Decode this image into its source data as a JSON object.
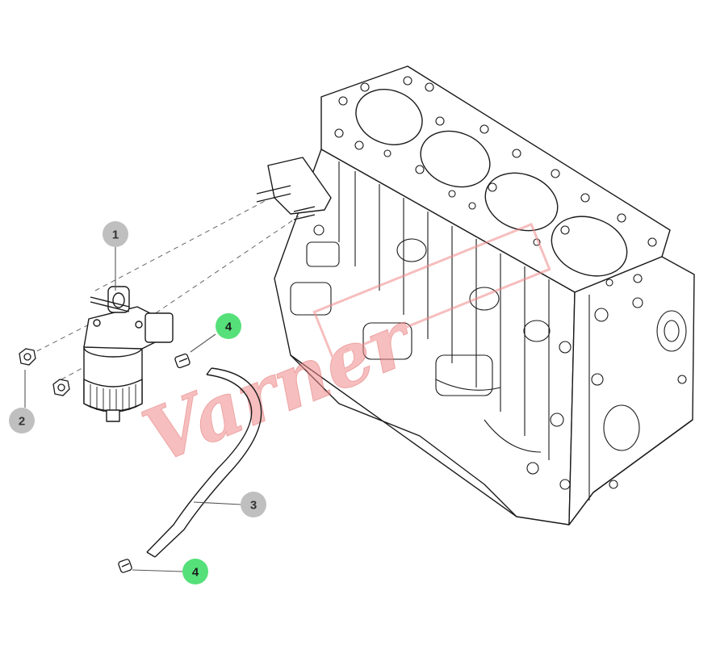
{
  "callouts": [
    {
      "id": "1",
      "label": "1",
      "color": "#bfbfbf",
      "text_color": "#333333"
    },
    {
      "id": "2",
      "label": "2",
      "color": "#bfbfbf",
      "text_color": "#333333"
    },
    {
      "id": "3",
      "label": "3",
      "color": "#bfbfbf",
      "text_color": "#333333"
    },
    {
      "id": "4a",
      "label": "4",
      "color": "#55e07a",
      "text_color": "#1a1a1a"
    },
    {
      "id": "4b",
      "label": "4",
      "color": "#55e07a",
      "text_color": "#1a1a1a"
    }
  ],
  "watermark": {
    "text": "Varner",
    "color": "#f08a8a"
  },
  "parts": [
    "engine-block",
    "fuel-filter",
    "nut",
    "hose",
    "clamp"
  ],
  "colors": {
    "line": "#1a1a1a",
    "leader": "#555555",
    "callout_grey": "#bfbfbf",
    "callout_green": "#55e07a"
  }
}
